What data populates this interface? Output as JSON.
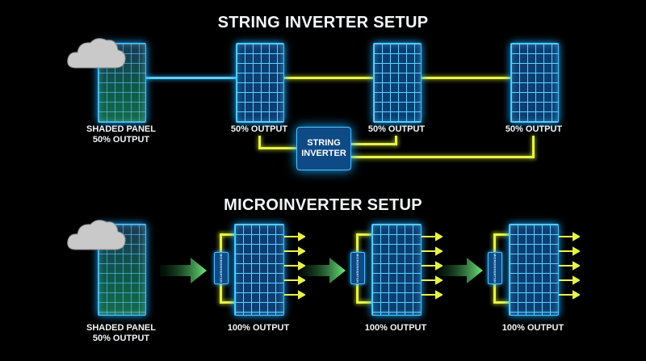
{
  "string_setup": {
    "title": "STRING INVERTER SETUP",
    "shaded_label_line1": "SHADED PANEL",
    "shaded_label_line2": "50% OUTPUT",
    "panel_outputs": [
      "50% OUTPUT",
      "50% OUTPUT",
      "50% OUTPUT"
    ],
    "inverter_line1": "STRING",
    "inverter_line2": "INVERTER"
  },
  "micro_setup": {
    "title": "MICROINVERTER SETUP",
    "shaded_label_line1": "SHADED PANEL",
    "shaded_label_line2": "50% OUTPUT",
    "panel_outputs": [
      "100% OUTPUT",
      "100% OUTPUT",
      "100% OUTPUT"
    ],
    "microinverter_label": "MICROINVERTER"
  },
  "colors": {
    "background": "#000000",
    "panel_glow": "#3ec3ff",
    "wire_yellow": "#e8f24a",
    "arrow_green": "#6ee87a"
  }
}
